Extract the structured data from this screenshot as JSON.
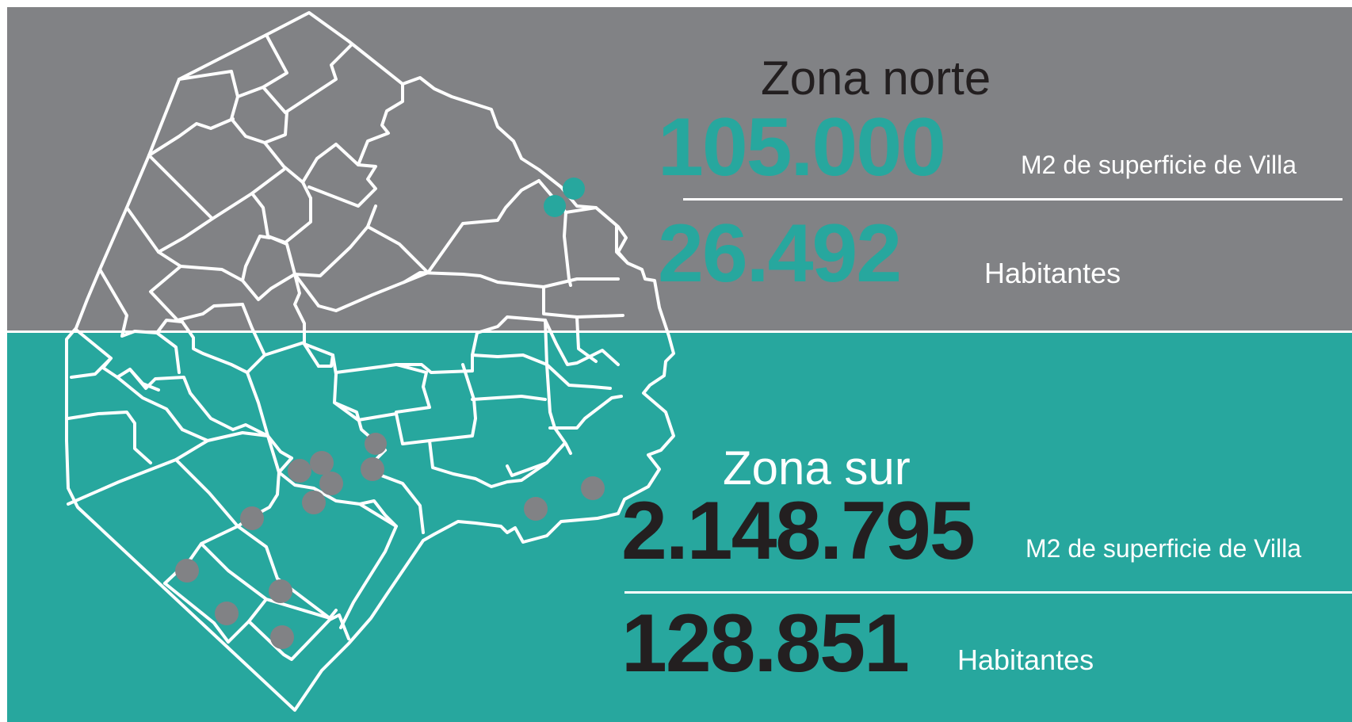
{
  "colors": {
    "north_band": "#818285",
    "south_band": "#27a79e",
    "map_lines": "#ffffff",
    "north_markers": "#27a79e",
    "south_markers": "#818285",
    "dark_text": "#231f20"
  },
  "north": {
    "title": "Zona norte",
    "area_value": "105.000",
    "area_label": "M2 de superficie de Villa",
    "population_value": "26.492",
    "population_label": "Habitantes"
  },
  "south": {
    "title": "Zona sur",
    "area_value": "2.148.795",
    "area_label": "M2 de superficie de Villa",
    "population_value": "128.851",
    "population_label": "Habitantes"
  }
}
